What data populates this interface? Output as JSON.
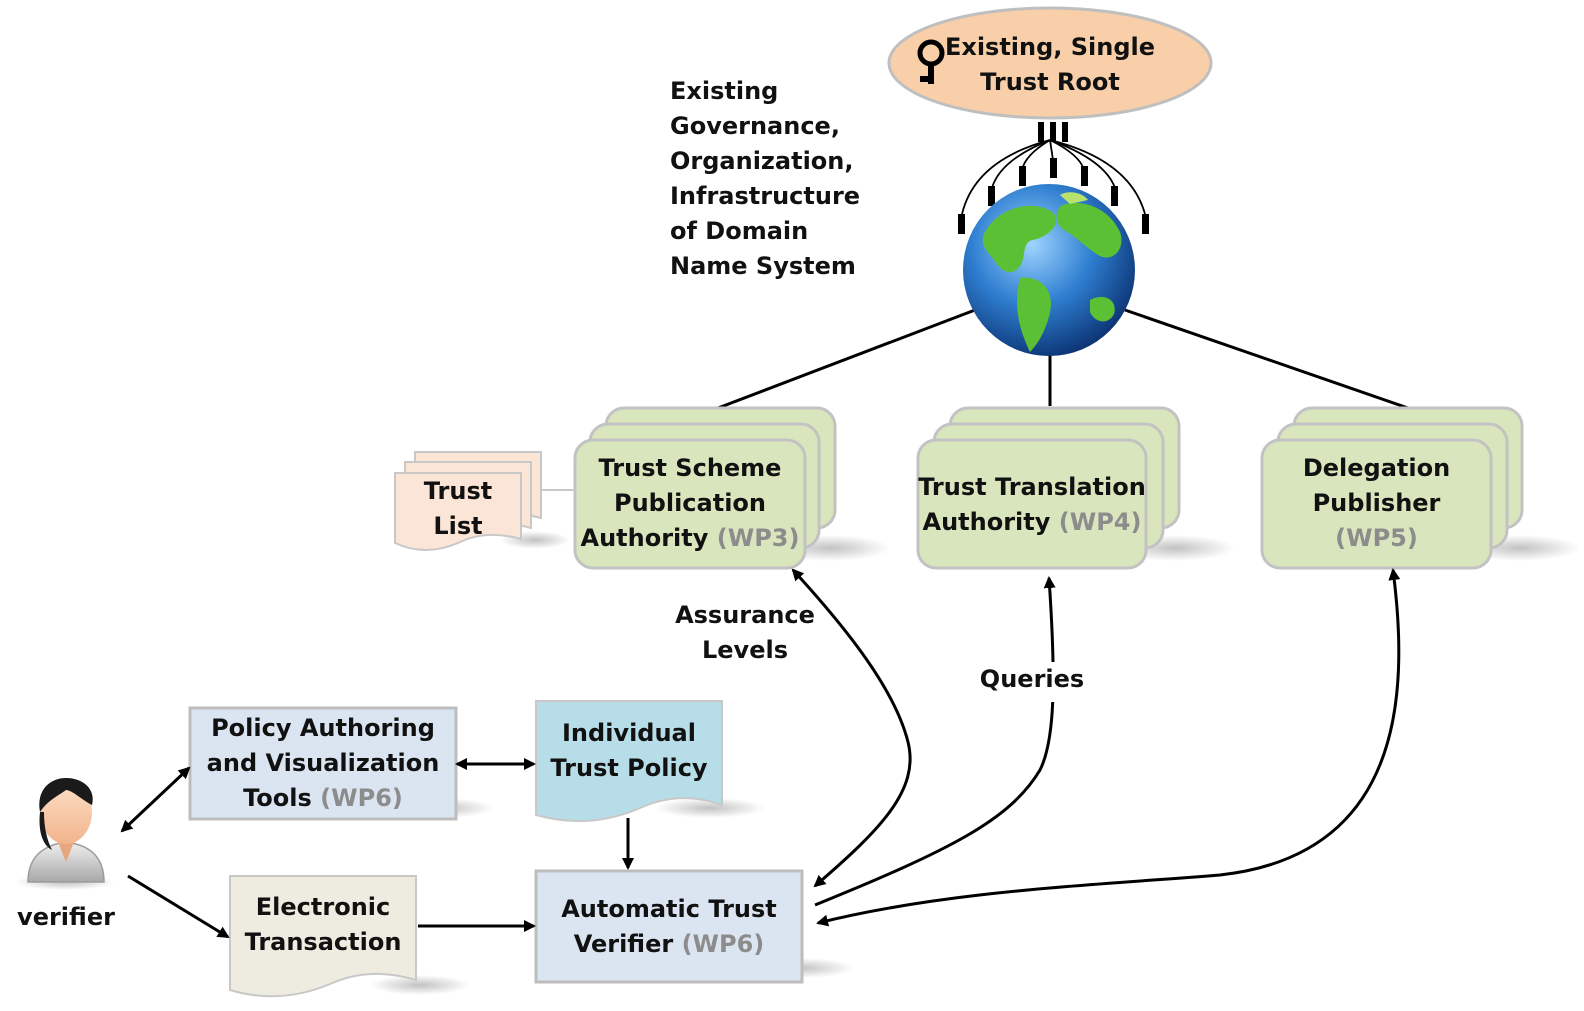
{
  "trust_root": {
    "line1": "Existing, Single",
    "line2": "Trust Root",
    "icon": "key-icon"
  },
  "dns_note": [
    "Existing",
    "Governance,",
    "Organization,",
    "Infrastructure",
    "of Domain",
    "Name System"
  ],
  "globe": {
    "icon": "globe-icon"
  },
  "tspa": {
    "line1": "Trust Scheme",
    "line2": "Publication",
    "line3": "Authority",
    "wp": "(WP3)"
  },
  "tta": {
    "line1": "Trust Translation",
    "line2": "Authority",
    "wp": "(WP4)"
  },
  "dp": {
    "line1": "Delegation",
    "line2": "Publisher",
    "wp": "(WP5)"
  },
  "trust_list": {
    "line1": "Trust",
    "line2": "List"
  },
  "assurance": {
    "line1": "Assurance",
    "line2": "Levels"
  },
  "queries": "Queries",
  "policy_tools": {
    "line1": "Policy Authoring",
    "line2": "and Visualization",
    "line3": "Tools",
    "wp": "(WP6)"
  },
  "individual_policy": {
    "line1": "Individual",
    "line2": "Trust Policy"
  },
  "electronic_tx": {
    "line1": "Electronic",
    "line2": "Transaction"
  },
  "verifier_box": {
    "line1": "Automatic Trust",
    "line2": "Verifier",
    "wp": "(WP6)"
  },
  "verifier_person": {
    "label": "verifier",
    "icon": "person-icon"
  },
  "colors": {
    "trust_root_fill": "#f8cfa8",
    "authority_fill": "#d9e6bd",
    "trust_list_fill": "#fbe5d6",
    "blue_box_fill": "#dbe5f1",
    "teal_doc_fill": "#b7dde8",
    "beige_doc_fill": "#eeece1",
    "wp_text": "#8c8c8c"
  }
}
